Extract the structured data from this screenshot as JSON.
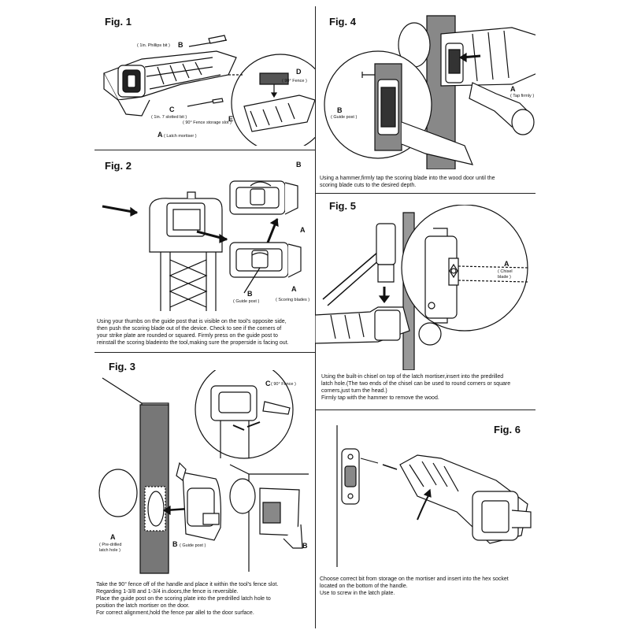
{
  "figures": {
    "fig1": {
      "title": "Fig. 1",
      "labels": {
        "A": "A",
        "A_sub": "( Latch mortiser )",
        "B": "B",
        "B_sub": "( 1in. Phillips bit )",
        "C": "C",
        "C_sub": "( 1in. 7 slotted bit )",
        "D": "D",
        "D_sub": "( 90° Fence )",
        "E": "E",
        "E_sub": "( 90° Fence storage slot )"
      }
    },
    "fig2": {
      "title": "Fig. 2",
      "labels": {
        "A1": "A",
        "B1": "B",
        "A2": "A",
        "A2_sub": "( Scoring blades )",
        "B2": "B",
        "B2_sub": "( Guide post )"
      },
      "caption": "Using your thumbs on the guide post that is visible on the tool's opposite side,\nthen push the scoring blade out of the device. Check to see if the corners of\nyour strike plate are rounded or squared. Firmly press on the guide post to\nreinstall the scoring bladeinto the tool,making sure the properside is facing out."
    },
    "fig3": {
      "title": "Fig. 3",
      "labels": {
        "A": "A",
        "A_sub": "( Pre-drilled\nlatch hole )",
        "B1": "B",
        "B1_sub": "( Guide post )",
        "B2": "B",
        "C": "C",
        "C_sub": "( 90° Fence )"
      },
      "caption": "Take the 90° fence off of the handle and place it within the tool's fence slot.\nRegarding 1-3/8 and 1-3/4 in.doors,the fence is reversible.\nPlace the guide post on the scoring plate into the predrilled latch hole to\nposition the latch mortiser on the door.\nFor correct alignment,hold the fence par allel to the door surface."
    },
    "fig4": {
      "title": "Fig. 4",
      "labels": {
        "A": "A",
        "A_sub": "( Tap firmly )",
        "B": "B",
        "B_sub": "( Guide post )"
      },
      "caption": "Using a hammer,firmly tap the scoring blade into the wood door until the\nscoring blade cuts to the desired depth."
    },
    "fig5": {
      "title": "Fig. 5",
      "labels": {
        "A": "A",
        "A_sub": "( Chisel\nblade )"
      },
      "caption": "Using the built-in chisel on top of the latch mortiser,insert into the predrilled\nlatch hole.(The two ends of  the chisel can be used to round corners or square\ncorners,just turn the head.)\nFirmly tap with the hammer to remove the wood."
    },
    "fig6": {
      "title": "Fig. 6",
      "caption": "Choose correct bit from storage on the mortiser and insert into the hex socket\nlocated on the bottom of the handle.\nUse to screw in the latch plate."
    }
  }
}
